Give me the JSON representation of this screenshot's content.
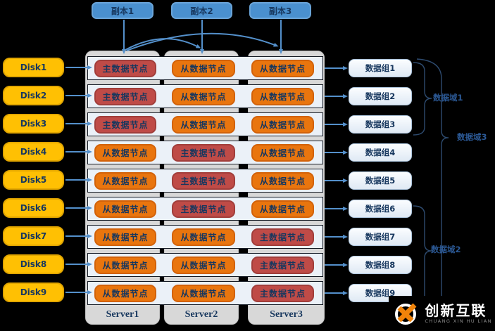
{
  "diagram": {
    "replicas": [
      "副本1",
      "副本2",
      "副本3"
    ],
    "disks": [
      "Disk1",
      "Disk2",
      "Disk3",
      "Disk4",
      "Disk5",
      "Disk6",
      "Disk7",
      "Disk8",
      "Disk9"
    ],
    "servers": [
      "Server1",
      "Server2",
      "Server3"
    ],
    "node_labels": {
      "master": "主数据节点",
      "slave": "从数据节点"
    },
    "rows": [
      {
        "nodes": [
          "master",
          "slave",
          "slave"
        ]
      },
      {
        "nodes": [
          "master",
          "slave",
          "slave"
        ]
      },
      {
        "nodes": [
          "master",
          "slave",
          "slave"
        ]
      },
      {
        "nodes": [
          "slave",
          "master",
          "slave"
        ]
      },
      {
        "nodes": [
          "slave",
          "master",
          "slave"
        ]
      },
      {
        "nodes": [
          "slave",
          "master",
          "slave"
        ]
      },
      {
        "nodes": [
          "slave",
          "slave",
          "master"
        ]
      },
      {
        "nodes": [
          "slave",
          "slave",
          "master"
        ]
      },
      {
        "nodes": [
          "slave",
          "slave",
          "master"
        ]
      }
    ],
    "data_groups": [
      "数据组1",
      "数据组2",
      "数据组3",
      "数据组4",
      "数据组5",
      "数据组6",
      "数据组7",
      "数据组8",
      "数据组9"
    ],
    "domains": [
      {
        "label": "数据域1",
        "covers": "数据组1-数据组3"
      },
      {
        "label": "数据域3",
        "covers": "数据组1-数据组9"
      },
      {
        "label": "数据域2",
        "covers": "数据组6-数据组9"
      }
    ],
    "logo": {
      "title": "创新互联",
      "subtitle": "CHUANG XIN HU LIAN"
    },
    "colors": {
      "master_node": "#bf4b47",
      "slave_node": "#e9750e",
      "disk": "#ffc003",
      "replica": "#4a90cf",
      "arrow": "#5490cb",
      "data_group": "#dfe9f4",
      "domain_text": "#2b5894",
      "label_text": "#17375E",
      "logo_orange": "#f0830a"
    }
  }
}
